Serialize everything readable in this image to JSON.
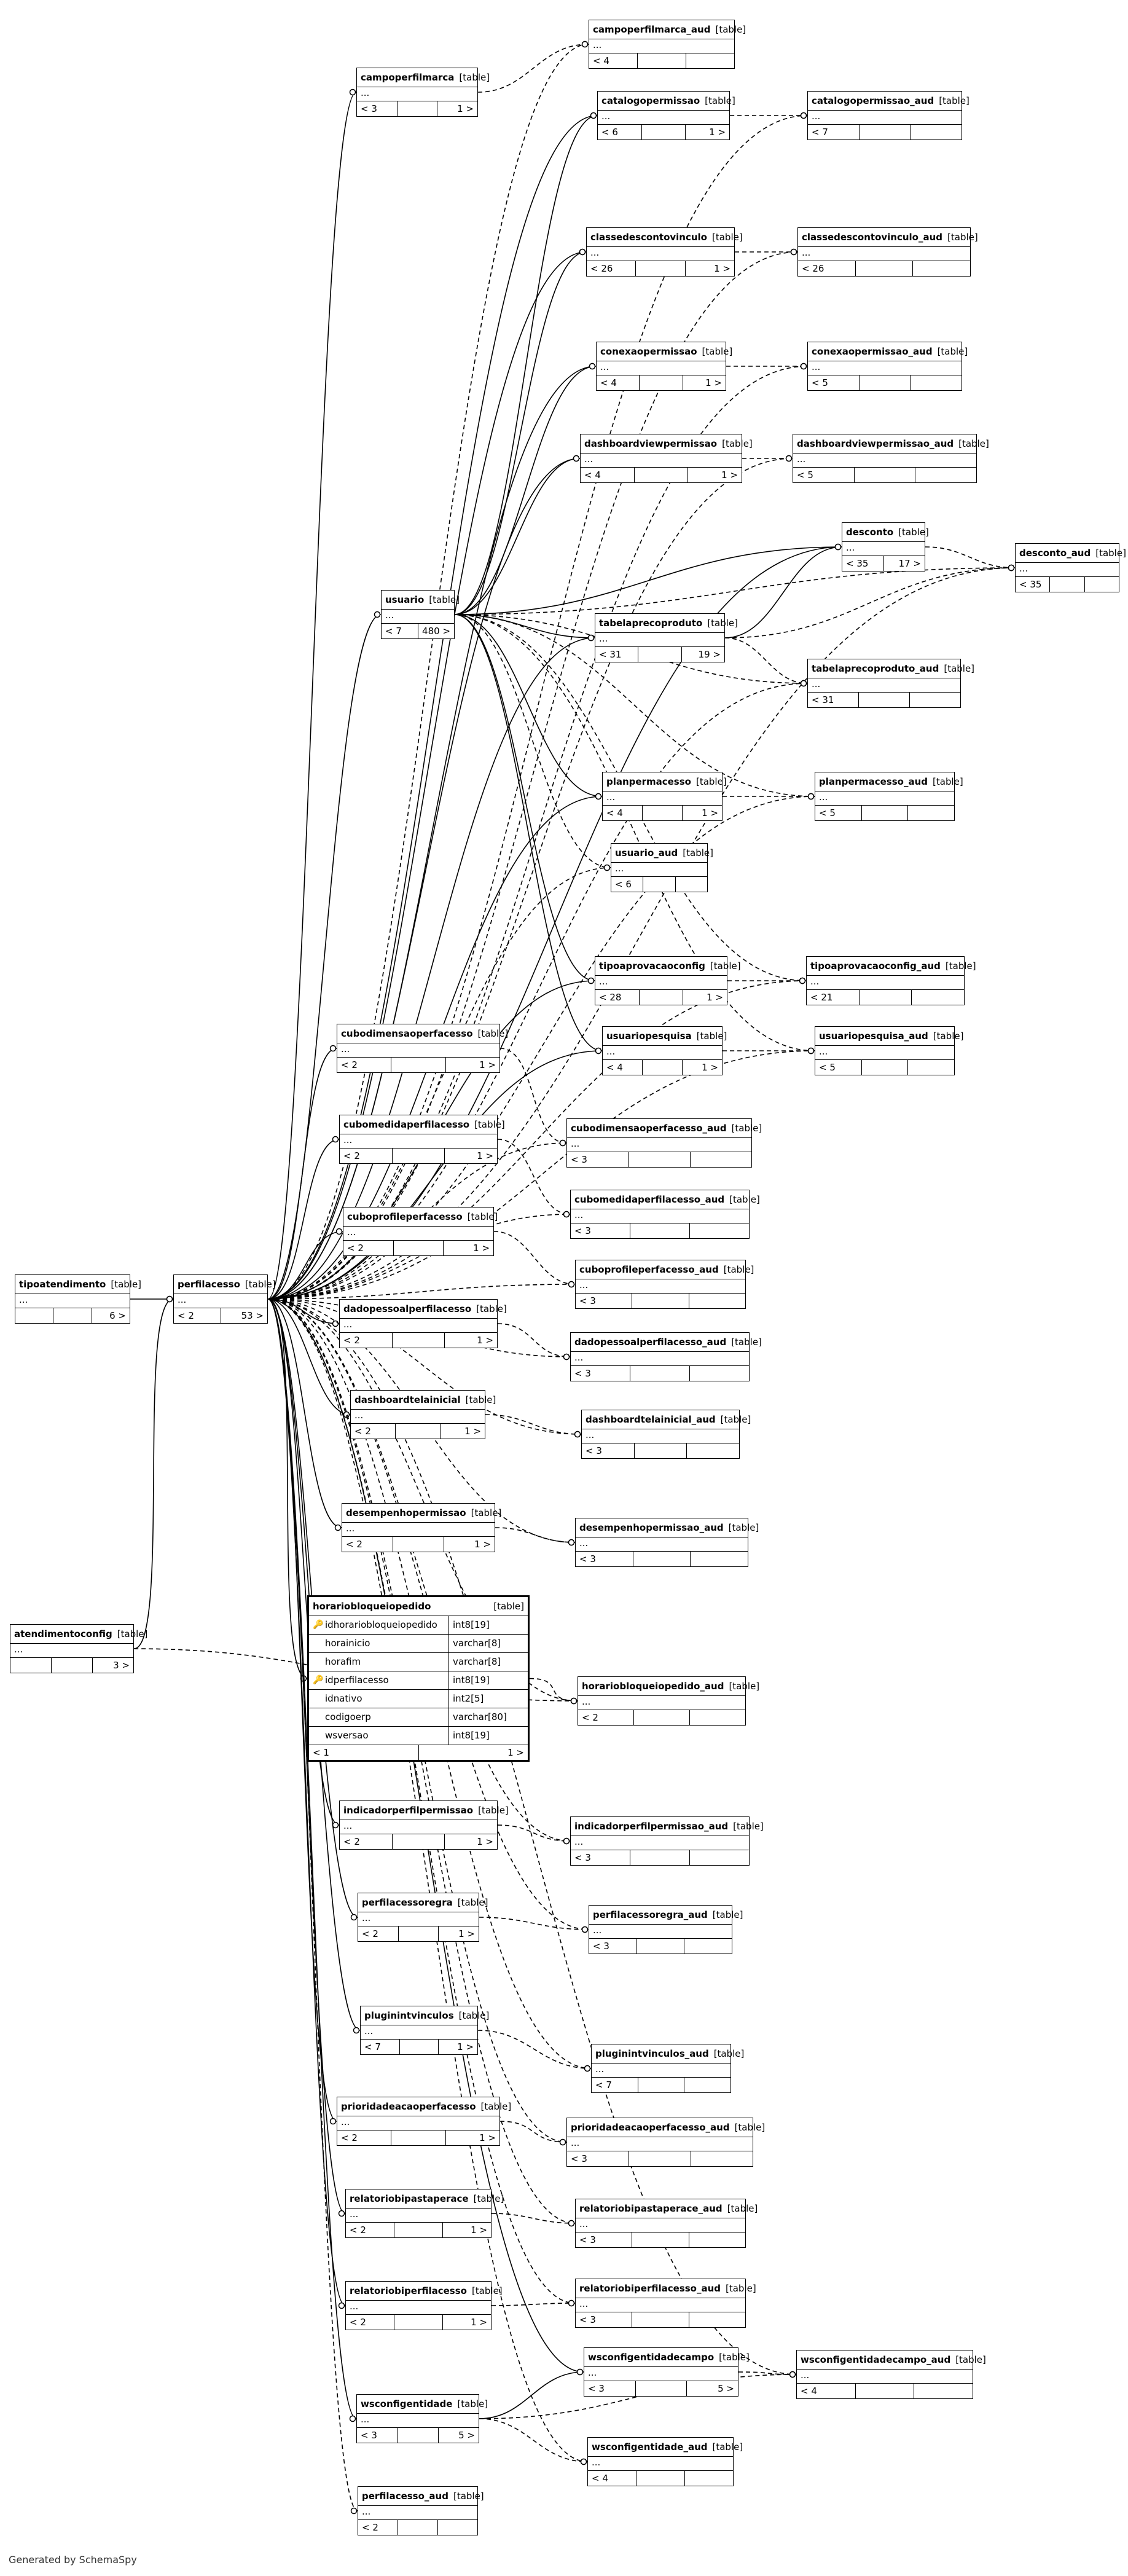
{
  "footer": "Generated by SchemaSpy",
  "table_kind": "[table]",
  "focus": {
    "name": "horariobloqueiopedido",
    "columns": [
      {
        "name": "idhorariobloqueiopedido",
        "type": "int8[19]",
        "key": "pk"
      },
      {
        "name": "horainicio",
        "type": "varchar[8]",
        "key": ""
      },
      {
        "name": "horafim",
        "type": "varchar[8]",
        "key": ""
      },
      {
        "name": "idperfilacesso",
        "type": "int8[19]",
        "key": "fk"
      },
      {
        "name": "idnativo",
        "type": "int2[5]",
        "key": ""
      },
      {
        "name": "codigoerp",
        "type": "varchar[80]",
        "key": ""
      },
      {
        "name": "wsversao",
        "type": "int8[19]",
        "key": ""
      }
    ],
    "children": "< 1",
    "parents": "1 >"
  },
  "tables": {
    "tipoatendimento": {
      "name": "tipoatendimento",
      "dots": "...",
      "children": "",
      "parents": "6 >"
    },
    "atendimentoconfig": {
      "name": "atendimentoconfig",
      "dots": "...",
      "children": "",
      "parents": "3 >"
    },
    "perfilacesso": {
      "name": "perfilacesso",
      "dots": "...",
      "children": "< 2",
      "parents": "53 >"
    },
    "usuario": {
      "name": "usuario",
      "dots": "...",
      "children": "< 7",
      "parents": "480 >"
    },
    "campoperfilmarca": {
      "name": "campoperfilmarca",
      "dots": "...",
      "children": "< 3",
      "parents": "1 >"
    },
    "campoperfilmarca_aud": {
      "name": "campoperfilmarca_aud",
      "dots": "...",
      "children": "< 4",
      "parents": ""
    },
    "catalogopermissao": {
      "name": "catalogopermissao",
      "dots": "...",
      "children": "< 6",
      "parents": "1 >"
    },
    "catalogopermissao_aud": {
      "name": "catalogopermissao_aud",
      "dots": "...",
      "children": "< 7",
      "parents": ""
    },
    "classedescontovinculo": {
      "name": "classedescontovinculo",
      "dots": "...",
      "children": "< 26",
      "parents": "1 >"
    },
    "classedescontovinculo_aud": {
      "name": "classedescontovinculo_aud",
      "dots": "...",
      "children": "< 26",
      "parents": ""
    },
    "conexaopermissao": {
      "name": "conexaopermissao",
      "dots": "...",
      "children": "< 4",
      "parents": "1 >"
    },
    "conexaopermissao_aud": {
      "name": "conexaopermissao_aud",
      "dots": "...",
      "children": "< 5",
      "parents": ""
    },
    "dashboardviewpermissao": {
      "name": "dashboardviewpermissao",
      "dots": "...",
      "children": "< 4",
      "parents": "1 >"
    },
    "dashboardviewpermissao_aud": {
      "name": "dashboardviewpermissao_aud",
      "dots": "...",
      "children": "< 5",
      "parents": ""
    },
    "desconto": {
      "name": "desconto",
      "dots": "...",
      "children": "< 35",
      "parents": "17 >"
    },
    "desconto_aud": {
      "name": "desconto_aud",
      "dots": "...",
      "children": "< 35",
      "parents": ""
    },
    "tabelaprecoproduto": {
      "name": "tabelaprecoproduto",
      "dots": "...",
      "children": "< 31",
      "parents": "19 >"
    },
    "tabelaprecoproduto_aud": {
      "name": "tabelaprecoproduto_aud",
      "dots": "...",
      "children": "< 31",
      "parents": ""
    },
    "planpermacesso": {
      "name": "planpermacesso",
      "dots": "...",
      "children": "< 4",
      "parents": "1 >"
    },
    "planpermacesso_aud": {
      "name": "planpermacesso_aud",
      "dots": "...",
      "children": "< 5",
      "parents": ""
    },
    "usuario_aud": {
      "name": "usuario_aud",
      "dots": "...",
      "children": "< 6",
      "parents": ""
    },
    "tipoaprovacaoconfig": {
      "name": "tipoaprovacaoconfig",
      "dots": "...",
      "children": "< 28",
      "parents": "1 >"
    },
    "tipoaprovacaoconfig_aud": {
      "name": "tipoaprovacaoconfig_aud",
      "dots": "...",
      "children": "< 21",
      "parents": ""
    },
    "usuariopesquisa": {
      "name": "usuariopesquisa",
      "dots": "...",
      "children": "< 4",
      "parents": "1 >"
    },
    "usuariopesquisa_aud": {
      "name": "usuariopesquisa_aud",
      "dots": "...",
      "children": "< 5",
      "parents": ""
    },
    "cubodimensaoperfacesso": {
      "name": "cubodimensaoperfacesso",
      "dots": "...",
      "children": "< 2",
      "parents": "1 >"
    },
    "cubodimensaoperfacesso_aud": {
      "name": "cubodimensaoperfacesso_aud",
      "dots": "...",
      "children": "< 3",
      "parents": ""
    },
    "cubomedidaperfilacesso": {
      "name": "cubomedidaperfilacesso",
      "dots": "...",
      "children": "< 2",
      "parents": "1 >"
    },
    "cubomedidaperfilacesso_aud": {
      "name": "cubomedidaperfilacesso_aud",
      "dots": "...",
      "children": "< 3",
      "parents": ""
    },
    "cuboprofileperfacesso": {
      "name": "cuboprofileperfacesso",
      "dots": "...",
      "children": "< 2",
      "parents": "1 >"
    },
    "cuboprofileperfacesso_aud": {
      "name": "cuboprofileperfacesso_aud",
      "dots": "...",
      "children": "< 3",
      "parents": ""
    },
    "dadopessoalperfilacesso": {
      "name": "dadopessoalperfilacesso",
      "dots": "...",
      "children": "< 2",
      "parents": "1 >"
    },
    "dadopessoalperfilacesso_aud": {
      "name": "dadopessoalperfilacesso_aud",
      "dots": "...",
      "children": "< 3",
      "parents": ""
    },
    "dashboardtelainicial": {
      "name": "dashboardtelainicial",
      "dots": "...",
      "children": "< 2",
      "parents": "1 >"
    },
    "dashboardtelainicial_aud": {
      "name": "dashboardtelainicial_aud",
      "dots": "...",
      "children": "< 3",
      "parents": ""
    },
    "desempenhopermissao": {
      "name": "desempenhopermissao",
      "dots": "...",
      "children": "< 2",
      "parents": "1 >"
    },
    "desempenhopermissao_aud": {
      "name": "desempenhopermissao_aud",
      "dots": "...",
      "children": "< 3",
      "parents": ""
    },
    "horariobloqueiopedido_aud": {
      "name": "horariobloqueiopedido_aud",
      "dots": "...",
      "children": "< 2",
      "parents": ""
    },
    "indicadorperfilpermissao": {
      "name": "indicadorperfilpermissao",
      "dots": "...",
      "children": "< 2",
      "parents": "1 >"
    },
    "indicadorperfilpermissao_aud": {
      "name": "indicadorperfilpermissao_aud",
      "dots": "...",
      "children": "< 3",
      "parents": ""
    },
    "perfilacessoregra": {
      "name": "perfilacessoregra",
      "dots": "...",
      "children": "< 2",
      "parents": "1 >"
    },
    "perfilacessoregra_aud": {
      "name": "perfilacessoregra_aud",
      "dots": "...",
      "children": "< 3",
      "parents": ""
    },
    "pluginintvinculos": {
      "name": "pluginintvinculos",
      "dots": "...",
      "children": "< 7",
      "parents": "1 >"
    },
    "pluginintvinculos_aud": {
      "name": "pluginintvinculos_aud",
      "dots": "...",
      "children": "< 7",
      "parents": ""
    },
    "prioridadeacaoperfacesso": {
      "name": "prioridadeacaoperfacesso",
      "dots": "...",
      "children": "< 2",
      "parents": "1 >"
    },
    "prioridadeacaoperfacesso_aud": {
      "name": "prioridadeacaoperfacesso_aud",
      "dots": "...",
      "children": "< 3",
      "parents": ""
    },
    "relatoriobipastaperace": {
      "name": "relatoriobipastaperace",
      "dots": "...",
      "children": "< 2",
      "parents": "1 >"
    },
    "relatoriobipastaperace_aud": {
      "name": "relatoriobipastaperace_aud",
      "dots": "...",
      "children": "< 3",
      "parents": ""
    },
    "relatoriobiperfilacesso": {
      "name": "relatoriobiperfilacesso",
      "dots": "...",
      "children": "< 2",
      "parents": "1 >"
    },
    "relatoriobiperfilacesso_aud": {
      "name": "relatoriobiperfilacesso_aud",
      "dots": "...",
      "children": "< 3",
      "parents": ""
    },
    "wsconfigentidadecampo": {
      "name": "wsconfigentidadecampo",
      "dots": "...",
      "children": "< 3",
      "parents": "5 >"
    },
    "wsconfigentidadecampo_aud": {
      "name": "wsconfigentidadecampo_aud",
      "dots": "...",
      "children": "< 4",
      "parents": ""
    },
    "wsconfigentidade": {
      "name": "wsconfigentidade",
      "dots": "...",
      "children": "< 3",
      "parents": "5 >"
    },
    "wsconfigentidade_aud": {
      "name": "wsconfigentidade_aud",
      "dots": "...",
      "children": "< 4",
      "parents": ""
    },
    "perfilacesso_aud": {
      "name": "perfilacesso_aud",
      "dots": "...",
      "children": "< 2",
      "parents": ""
    }
  },
  "relationships": [
    {
      "from": "tipoatendimento",
      "to": "perfilacesso",
      "style": "solid"
    },
    {
      "from": "atendimentoconfig",
      "to": "perfilacesso",
      "style": "solid"
    },
    {
      "from": "atendimentoconfig",
      "to": "horariobloqueiopedido_aud",
      "style": "dashed"
    },
    {
      "from": "perfilacesso",
      "to": "usuario",
      "style": "solid"
    },
    {
      "from": "perfilacesso",
      "to": "campoperfilmarca",
      "style": "solid"
    },
    {
      "from": "perfilacesso",
      "to": "campoperfilmarca_aud",
      "style": "dashed"
    },
    {
      "from": "perfilacesso",
      "to": "catalogopermissao",
      "style": "solid"
    },
    {
      "from": "perfilacesso",
      "to": "catalogopermissao_aud",
      "style": "dashed"
    },
    {
      "from": "perfilacesso",
      "to": "classedescontovinculo",
      "style": "solid"
    },
    {
      "from": "perfilacesso",
      "to": "classedescontovinculo_aud",
      "style": "dashed"
    },
    {
      "from": "perfilacesso",
      "to": "conexaopermissao",
      "style": "solid"
    },
    {
      "from": "perfilacesso",
      "to": "conexaopermissao_aud",
      "style": "dashed"
    },
    {
      "from": "perfilacesso",
      "to": "dashboardviewpermissao",
      "style": "solid"
    },
    {
      "from": "perfilacesso",
      "to": "dashboardviewpermissao_aud",
      "style": "dashed"
    },
    {
      "from": "perfilacesso",
      "to": "desconto",
      "style": "solid"
    },
    {
      "from": "perfilacesso",
      "to": "desconto_aud",
      "style": "dashed"
    },
    {
      "from": "perfilacesso",
      "to": "tabelaprecoproduto",
      "style": "solid"
    },
    {
      "from": "perfilacesso",
      "to": "tabelaprecoproduto_aud",
      "style": "dashed"
    },
    {
      "from": "perfilacesso",
      "to": "planpermacesso",
      "style": "solid"
    },
    {
      "from": "perfilacesso",
      "to": "planpermacesso_aud",
      "style": "dashed"
    },
    {
      "from": "perfilacesso",
      "to": "usuario_aud",
      "style": "dashed"
    },
    {
      "from": "perfilacesso",
      "to": "tipoaprovacaoconfig",
      "style": "solid"
    },
    {
      "from": "perfilacesso",
      "to": "tipoaprovacaoconfig_aud",
      "style": "dashed"
    },
    {
      "from": "perfilacesso",
      "to": "usuariopesquisa",
      "style": "solid"
    },
    {
      "from": "perfilacesso",
      "to": "usuariopesquisa_aud",
      "style": "dashed"
    },
    {
      "from": "perfilacesso",
      "to": "cubodimensaoperfacesso",
      "style": "solid"
    },
    {
      "from": "perfilacesso",
      "to": "cubodimensaoperfacesso_aud",
      "style": "dashed"
    },
    {
      "from": "perfilacesso",
      "to": "cubomedidaperfilacesso",
      "style": "solid"
    },
    {
      "from": "perfilacesso",
      "to": "cubomedidaperfilacesso_aud",
      "style": "dashed"
    },
    {
      "from": "perfilacesso",
      "to": "cuboprofileperfacesso",
      "style": "solid"
    },
    {
      "from": "perfilacesso",
      "to": "cuboprofileperfacesso_aud",
      "style": "dashed"
    },
    {
      "from": "perfilacesso",
      "to": "dadopessoalperfilacesso",
      "style": "solid"
    },
    {
      "from": "perfilacesso",
      "to": "dadopessoalperfilacesso_aud",
      "style": "dashed"
    },
    {
      "from": "perfilacesso",
      "to": "dashboardtelainicial",
      "style": "solid"
    },
    {
      "from": "perfilacesso",
      "to": "dashboardtelainicial_aud",
      "style": "dashed"
    },
    {
      "from": "perfilacesso",
      "to": "desempenhopermissao",
      "style": "solid"
    },
    {
      "from": "perfilacesso",
      "to": "desempenhopermissao_aud",
      "style": "dashed"
    },
    {
      "from": "perfilacesso",
      "to": "horariobloqueiopedido",
      "style": "solid"
    },
    {
      "from": "perfilacesso",
      "to": "horariobloqueiopedido_aud",
      "style": "dashed"
    },
    {
      "from": "perfilacesso",
      "to": "indicadorperfilpermissao",
      "style": "solid"
    },
    {
      "from": "perfilacesso",
      "to": "indicadorperfilpermissao_aud",
      "style": "dashed"
    },
    {
      "from": "perfilacesso",
      "to": "perfilacessoregra",
      "style": "solid"
    },
    {
      "from": "perfilacesso",
      "to": "perfilacessoregra_aud",
      "style": "dashed"
    },
    {
      "from": "perfilacesso",
      "to": "pluginintvinculos",
      "style": "solid"
    },
    {
      "from": "perfilacesso",
      "to": "pluginintvinculos_aud",
      "style": "dashed"
    },
    {
      "from": "perfilacesso",
      "to": "prioridadeacaoperfacesso",
      "style": "solid"
    },
    {
      "from": "perfilacesso",
      "to": "prioridadeacaoperfacesso_aud",
      "style": "dashed"
    },
    {
      "from": "perfilacesso",
      "to": "relatoriobipastaperace",
      "style": "solid"
    },
    {
      "from": "perfilacesso",
      "to": "relatoriobipastaperace_aud",
      "style": "dashed"
    },
    {
      "from": "perfilacesso",
      "to": "relatoriobiperfilacesso",
      "style": "solid"
    },
    {
      "from": "perfilacesso",
      "to": "relatoriobiperfilacesso_aud",
      "style": "dashed"
    },
    {
      "from": "perfilacesso",
      "to": "wsconfigentidadecampo",
      "style": "solid"
    },
    {
      "from": "perfilacesso",
      "to": "wsconfigentidadecampo_aud",
      "style": "dashed"
    },
    {
      "from": "perfilacesso",
      "to": "wsconfigentidade",
      "style": "solid"
    },
    {
      "from": "perfilacesso",
      "to": "wsconfigentidade_aud",
      "style": "dashed"
    },
    {
      "from": "perfilacesso",
      "to": "perfilacesso_aud",
      "style": "dashed"
    },
    {
      "from": "usuario",
      "to": "catalogopermissao",
      "style": "solid"
    },
    {
      "from": "usuario",
      "to": "classedescontovinculo",
      "style": "solid"
    },
    {
      "from": "usuario",
      "to": "conexaopermissao",
      "style": "solid"
    },
    {
      "from": "usuario",
      "to": "dashboardviewpermissao",
      "style": "solid"
    },
    {
      "from": "usuario",
      "to": "desconto",
      "style": "solid"
    },
    {
      "from": "usuario",
      "to": "tabelaprecoproduto",
      "style": "solid"
    },
    {
      "from": "usuario",
      "to": "planpermacesso",
      "style": "solid"
    },
    {
      "from": "usuario",
      "to": "usuario_aud",
      "style": "dashed"
    },
    {
      "from": "usuario",
      "to": "tipoaprovacaoconfig",
      "style": "solid"
    },
    {
      "from": "usuario",
      "to": "usuariopesquisa",
      "style": "solid"
    },
    {
      "from": "usuario",
      "to": "tabelaprecoproduto_aud",
      "style": "dashed"
    },
    {
      "from": "usuario",
      "to": "desconto_aud",
      "style": "dashed"
    },
    {
      "from": "usuario",
      "to": "planpermacesso_aud",
      "style": "dashed"
    },
    {
      "from": "usuario",
      "to": "tipoaprovacaoconfig_aud",
      "style": "dashed"
    },
    {
      "from": "usuario",
      "to": "usuariopesquisa_aud",
      "style": "dashed"
    },
    {
      "from": "campoperfilmarca",
      "to": "campoperfilmarca_aud",
      "style": "dashed"
    },
    {
      "from": "catalogopermissao",
      "to": "catalogopermissao_aud",
      "style": "dashed"
    },
    {
      "from": "classedescontovinculo",
      "to": "classedescontovinculo_aud",
      "style": "dashed"
    },
    {
      "from": "conexaopermissao",
      "to": "conexaopermissao_aud",
      "style": "dashed"
    },
    {
      "from": "dashboardviewpermissao",
      "to": "dashboardviewpermissao_aud",
      "style": "dashed"
    },
    {
      "from": "desconto",
      "to": "desconto_aud",
      "style": "dashed"
    },
    {
      "from": "tabelaprecoproduto",
      "to": "desconto",
      "style": "solid"
    },
    {
      "from": "tabelaprecoproduto",
      "to": "desconto_aud",
      "style": "dashed"
    },
    {
      "from": "tabelaprecoproduto",
      "to": "tabelaprecoproduto_aud",
      "style": "dashed"
    },
    {
      "from": "planpermacesso",
      "to": "planpermacesso_aud",
      "style": "dashed"
    },
    {
      "from": "tipoaprovacaoconfig",
      "to": "tipoaprovacaoconfig_aud",
      "style": "dashed"
    },
    {
      "from": "usuariopesquisa",
      "to": "usuariopesquisa_aud",
      "style": "dashed"
    },
    {
      "from": "cubodimensaoperfacesso",
      "to": "cubodimensaoperfacesso_aud",
      "style": "dashed"
    },
    {
      "from": "cubomedidaperfilacesso",
      "to": "cubomedidaperfilacesso_aud",
      "style": "dashed"
    },
    {
      "from": "cuboprofileperfacesso",
      "to": "cuboprofileperfacesso_aud",
      "style": "dashed"
    },
    {
      "from": "dadopessoalperfilacesso",
      "to": "dadopessoalperfilacesso_aud",
      "style": "dashed"
    },
    {
      "from": "dashboardtelainicial",
      "to": "dashboardtelainicial_aud",
      "style": "dashed"
    },
    {
      "from": "desempenhopermissao",
      "to": "desempenhopermissao_aud",
      "style": "dashed"
    },
    {
      "from": "horariobloqueiopedido",
      "to": "horariobloqueiopedido_aud",
      "style": "dashed"
    },
    {
      "from": "indicadorperfilpermissao",
      "to": "indicadorperfilpermissao_aud",
      "style": "dashed"
    },
    {
      "from": "perfilacessoregra",
      "to": "perfilacessoregra_aud",
      "style": "dashed"
    },
    {
      "from": "pluginintvinculos",
      "to": "pluginintvinculos_aud",
      "style": "dashed"
    },
    {
      "from": "prioridadeacaoperfacesso",
      "to": "prioridadeacaoperfacesso_aud",
      "style": "dashed"
    },
    {
      "from": "relatoriobipastaperace",
      "to": "relatoriobipastaperace_aud",
      "style": "dashed"
    },
    {
      "from": "relatoriobiperfilacesso",
      "to": "relatoriobiperfilacesso_aud",
      "style": "dashed"
    },
    {
      "from": "wsconfigentidade",
      "to": "wsconfigentidadecampo",
      "style": "solid"
    },
    {
      "from": "wsconfigentidade",
      "to": "wsconfigentidadecampo_aud",
      "style": "dashed"
    },
    {
      "from": "wsconfigentidade",
      "to": "wsconfigentidade_aud",
      "style": "dashed"
    },
    {
      "from": "wsconfigentidadecampo",
      "to": "wsconfigentidadecampo_aud",
      "style": "dashed"
    }
  ]
}
